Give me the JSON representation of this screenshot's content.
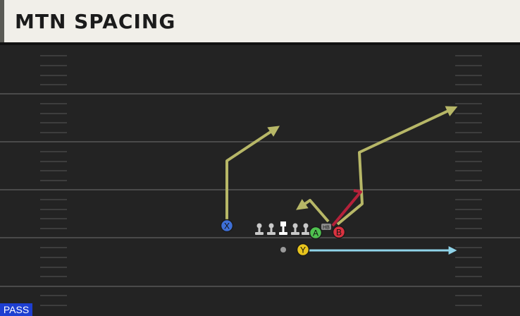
{
  "header": {
    "title": "MTN SPACING"
  },
  "badge": {
    "label": "PASS",
    "color": "#1d3fd1"
  },
  "players": [
    {
      "label": "X",
      "color": "#3e6fd6",
      "role": "receiver"
    },
    {
      "label": "A",
      "color": "#4fc14f",
      "role": "receiver"
    },
    {
      "label": "B",
      "color": "#d9323f",
      "role": "receiver"
    },
    {
      "label": "Y",
      "color": "#e8c41d",
      "role": "receiver"
    },
    {
      "label": "HB",
      "role": "tag"
    }
  ],
  "routes": {
    "primary_color": "#b7b767",
    "block_color": "#b5213a",
    "motion_color": "#8fd3e8"
  },
  "icons": [
    "lineman-icon",
    "center-icon",
    "ball-icon"
  ]
}
